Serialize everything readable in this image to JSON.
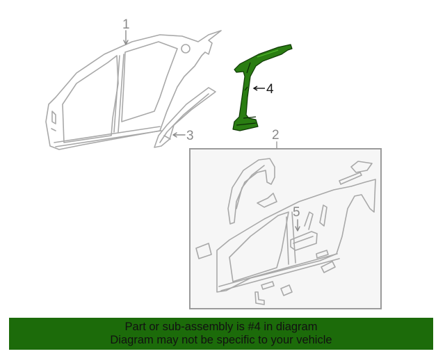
{
  "diagram": {
    "title": "Body side panel / center pillar parts diagram",
    "highlight_color": "#2a7d12",
    "line_color": "#a8a8a8",
    "callouts": [
      {
        "id": "1",
        "label": "1",
        "part": "Body side outer panel"
      },
      {
        "id": "2",
        "label": "2",
        "part": "Sub-assembly group (boxed)"
      },
      {
        "id": "3",
        "label": "3",
        "part": "Rear pillar reinforcement"
      },
      {
        "id": "4",
        "label": "4",
        "part": "Center pillar (highlighted)"
      },
      {
        "id": "5",
        "label": "5",
        "part": "Inner reinforcement"
      }
    ]
  },
  "banner": {
    "line1": "Part or sub-assembly is #4 in diagram",
    "line2": "Diagram may not be specific to your vehicle",
    "background": "#1c6b0a"
  }
}
